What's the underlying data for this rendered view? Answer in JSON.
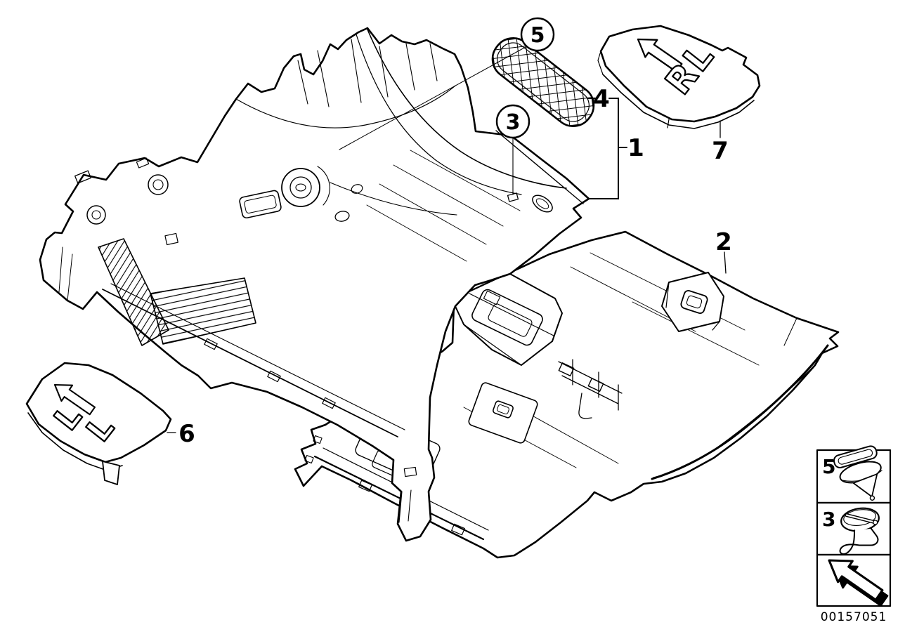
{
  "page": {
    "background": "#ffffff",
    "ink": "#000000",
    "description": "Technical parts diagram, floor covering / floor trim with numbered callouts"
  },
  "drawing_number": "00157051",
  "callouts": {
    "item1": {
      "label": "1",
      "style": "bracket"
    },
    "item2": {
      "label": "2",
      "style": "plain"
    },
    "item3": {
      "label": "3",
      "style": "circled"
    },
    "item4": {
      "label": "4",
      "style": "plain"
    },
    "item5": {
      "label": "5",
      "style": "circled"
    },
    "item6": {
      "label": "6",
      "style": "plain"
    },
    "item7": {
      "label": "7",
      "style": "plain"
    }
  },
  "plates": {
    "left_letters": [
      "L",
      "L"
    ],
    "right_marking": "RL"
  },
  "legend": {
    "rows": [
      {
        "label": "5",
        "icon": "expanding-rivet-clip"
      },
      {
        "label": "3",
        "icon": "round-head-screw-clip"
      },
      {
        "label": "",
        "icon": "direction-of-travel-arrow"
      }
    ]
  }
}
